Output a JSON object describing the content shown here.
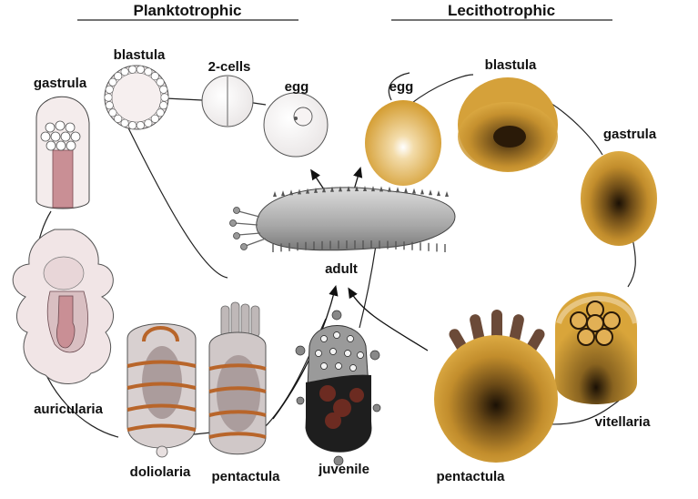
{
  "headers": {
    "planktotrophic": "Planktotrophic",
    "lecithotrophic": "Lecithotrophic"
  },
  "planktotrophic_stages": {
    "gastrula": "gastrula",
    "blastula": "blastula",
    "two_cells": "2-cells",
    "egg": "egg",
    "auricularia": "auricularia",
    "doliolaria": "doliolaria",
    "pentactula": "pentactula",
    "juvenile": "juvenile"
  },
  "center": {
    "adult": "adult"
  },
  "lecithotrophic_stages": {
    "egg": "egg",
    "blastula": "blastula",
    "gastrula": "gastrula",
    "vitellaria": "vitellaria",
    "pentactula": "pentactula"
  },
  "colors": {
    "yolk": "#d9a53a",
    "yolk_dark": "#1f1408",
    "larva_pink": "#f2e6e6",
    "gut_pink": "#c98f95",
    "band_orange": "#b8652a",
    "adult_grey": "#9a9a9a",
    "juvenile_black": "#222222"
  }
}
